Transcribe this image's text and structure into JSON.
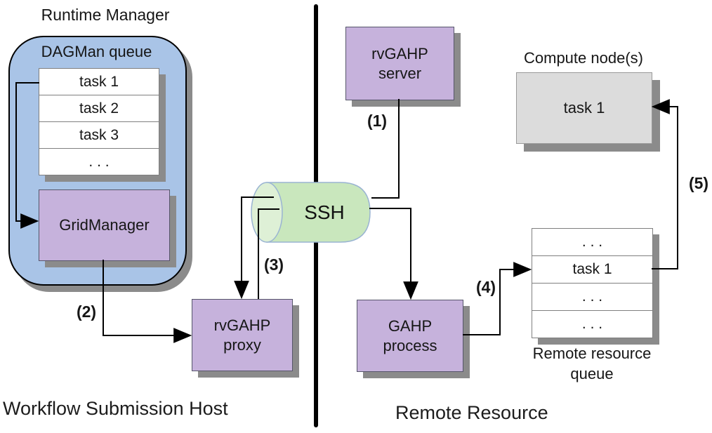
{
  "titles": {
    "runtime_manager": "Runtime Manager",
    "compute_nodes": "Compute node(s)",
    "remote_queue": "Remote resource\nqueue",
    "left_section": "Workflow Submission Host",
    "right_section": "Remote Resource"
  },
  "nodes": {
    "dagman_queue_label": "DAGMan queue",
    "grid_manager": "GridManager",
    "rvgahp_proxy": "rvGAHP\nproxy",
    "rvgahp_server": "rvGAHP\nserver",
    "ssh": "SSH",
    "gahp_process": "GAHP\nprocess",
    "compute_task": "task 1"
  },
  "dagman_tasks": [
    "task 1",
    "task 2",
    "task 3",
    ". . ."
  ],
  "remote_queue_rows": [
    ". . .",
    "task 1",
    ". . .",
    ". . ."
  ],
  "arrow_labels": {
    "a1": "(1)",
    "a2": "(2)",
    "a3": "(3)",
    "a4": "(4)",
    "a5": "(5)"
  },
  "colors": {
    "container-blue": "#a9c4e7",
    "node-purple": "#c6b2dc",
    "ssh-green": "#c9e7bd",
    "ssh-cap-green": "#def0d6",
    "compute-gray": "#dcdcdc",
    "shadow-gray": "#8b8b8b",
    "line-black": "#000000"
  }
}
